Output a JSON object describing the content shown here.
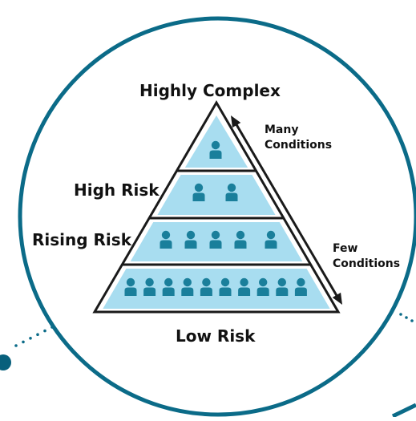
{
  "labels": {
    "top": "Highly Complex",
    "bottom": "Low Risk",
    "high_risk": "High Risk",
    "rising_risk": "Rising Risk",
    "many_conditions": [
      "Many",
      "Conditions"
    ],
    "few_conditions": [
      "Few",
      "Conditions"
    ]
  },
  "tiers": [
    {
      "name": "Highly Complex",
      "people": 1
    },
    {
      "name": "High Risk",
      "people": 2
    },
    {
      "name": "Rising Risk",
      "people": 5
    },
    {
      "name": "Low Risk",
      "people": 10
    }
  ],
  "colors": {
    "circle_border": "#0b6b88",
    "dots": "#0b6b88",
    "triangle_fill": "#a8ddf0",
    "person": "#1a7f9b",
    "outline": "#1a1a1a",
    "text": "#111111"
  },
  "icons": [
    "person-icon",
    "double-arrow-icon"
  ]
}
